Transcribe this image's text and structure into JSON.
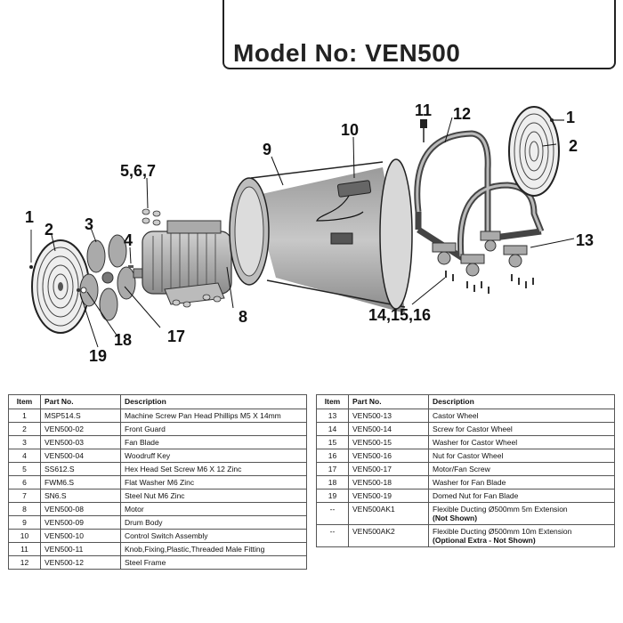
{
  "header": {
    "model_label": "Model No: VEN500"
  },
  "callouts": [
    {
      "id": "1a",
      "text": "1"
    },
    {
      "id": "2a",
      "text": "2"
    },
    {
      "id": "3",
      "text": "3"
    },
    {
      "id": "4",
      "text": "4"
    },
    {
      "id": "567",
      "text": "5,6,7"
    },
    {
      "id": "8",
      "text": "8"
    },
    {
      "id": "9",
      "text": "9"
    },
    {
      "id": "10",
      "text": "10"
    },
    {
      "id": "11",
      "text": "11"
    },
    {
      "id": "12",
      "text": "12"
    },
    {
      "id": "1b",
      "text": "1"
    },
    {
      "id": "2b",
      "text": "2"
    },
    {
      "id": "13",
      "text": "13"
    },
    {
      "id": "141516",
      "text": "14,15,16"
    },
    {
      "id": "17",
      "text": "17"
    },
    {
      "id": "18",
      "text": "18"
    },
    {
      "id": "19",
      "text": "19"
    }
  ],
  "table_headers": {
    "item": "Item",
    "part_no": "Part No.",
    "description": "Description"
  },
  "left_table": [
    {
      "item": "1",
      "part_no": "MSP514.S",
      "description": "Machine Screw Pan Head Phillips M5 X 14mm"
    },
    {
      "item": "2",
      "part_no": "VEN500-02",
      "description": "Front Guard"
    },
    {
      "item": "3",
      "part_no": "VEN500-03",
      "description": "Fan Blade"
    },
    {
      "item": "4",
      "part_no": "VEN500-04",
      "description": "Woodruff Key"
    },
    {
      "item": "5",
      "part_no": "SS612.S",
      "description": "Hex Head Set Screw M6 X 12 Zinc"
    },
    {
      "item": "6",
      "part_no": "FWM6.S",
      "description": "Flat Washer M6 Zinc"
    },
    {
      "item": "7",
      "part_no": "SN6.S",
      "description": "Steel Nut M6 Zinc"
    },
    {
      "item": "8",
      "part_no": "VEN500-08",
      "description": "Motor"
    },
    {
      "item": "9",
      "part_no": "VEN500-09",
      "description": "Drum Body"
    },
    {
      "item": "10",
      "part_no": "VEN500-10",
      "description": "Control Switch Assembly"
    },
    {
      "item": "11",
      "part_no": "VEN500-11",
      "description": "Knob,Fixing,Plastic,Threaded Male Fitting"
    },
    {
      "item": "12",
      "part_no": "VEN500-12",
      "description": "Steel Frame"
    }
  ],
  "right_table": [
    {
      "item": "13",
      "part_no": "VEN500-13",
      "description": "Castor Wheel",
      "note": ""
    },
    {
      "item": "14",
      "part_no": "VEN500-14",
      "description": "Screw for Castor Wheel",
      "note": ""
    },
    {
      "item": "15",
      "part_no": "VEN500-15",
      "description": "Washer for Castor Wheel",
      "note": ""
    },
    {
      "item": "16",
      "part_no": "VEN500-16",
      "description": "Nut for Castor Wheel",
      "note": ""
    },
    {
      "item": "17",
      "part_no": "VEN500-17",
      "description": "Motor/Fan Screw",
      "note": ""
    },
    {
      "item": "18",
      "part_no": "VEN500-18",
      "description": "Washer for Fan Blade",
      "note": ""
    },
    {
      "item": "19",
      "part_no": "VEN500-19",
      "description": "Domed Nut for Fan Blade",
      "note": ""
    },
    {
      "item": "--",
      "part_no": "VEN500AK1",
      "description": "Flexible Ducting Ø500mm 5m Extension",
      "note": "(Not Shown)"
    },
    {
      "item": "--",
      "part_no": "VEN500AK2",
      "description": "Flexible Ducting Ø500mm 10m Extension",
      "note": "(Optional Extra - Not Shown)"
    }
  ]
}
